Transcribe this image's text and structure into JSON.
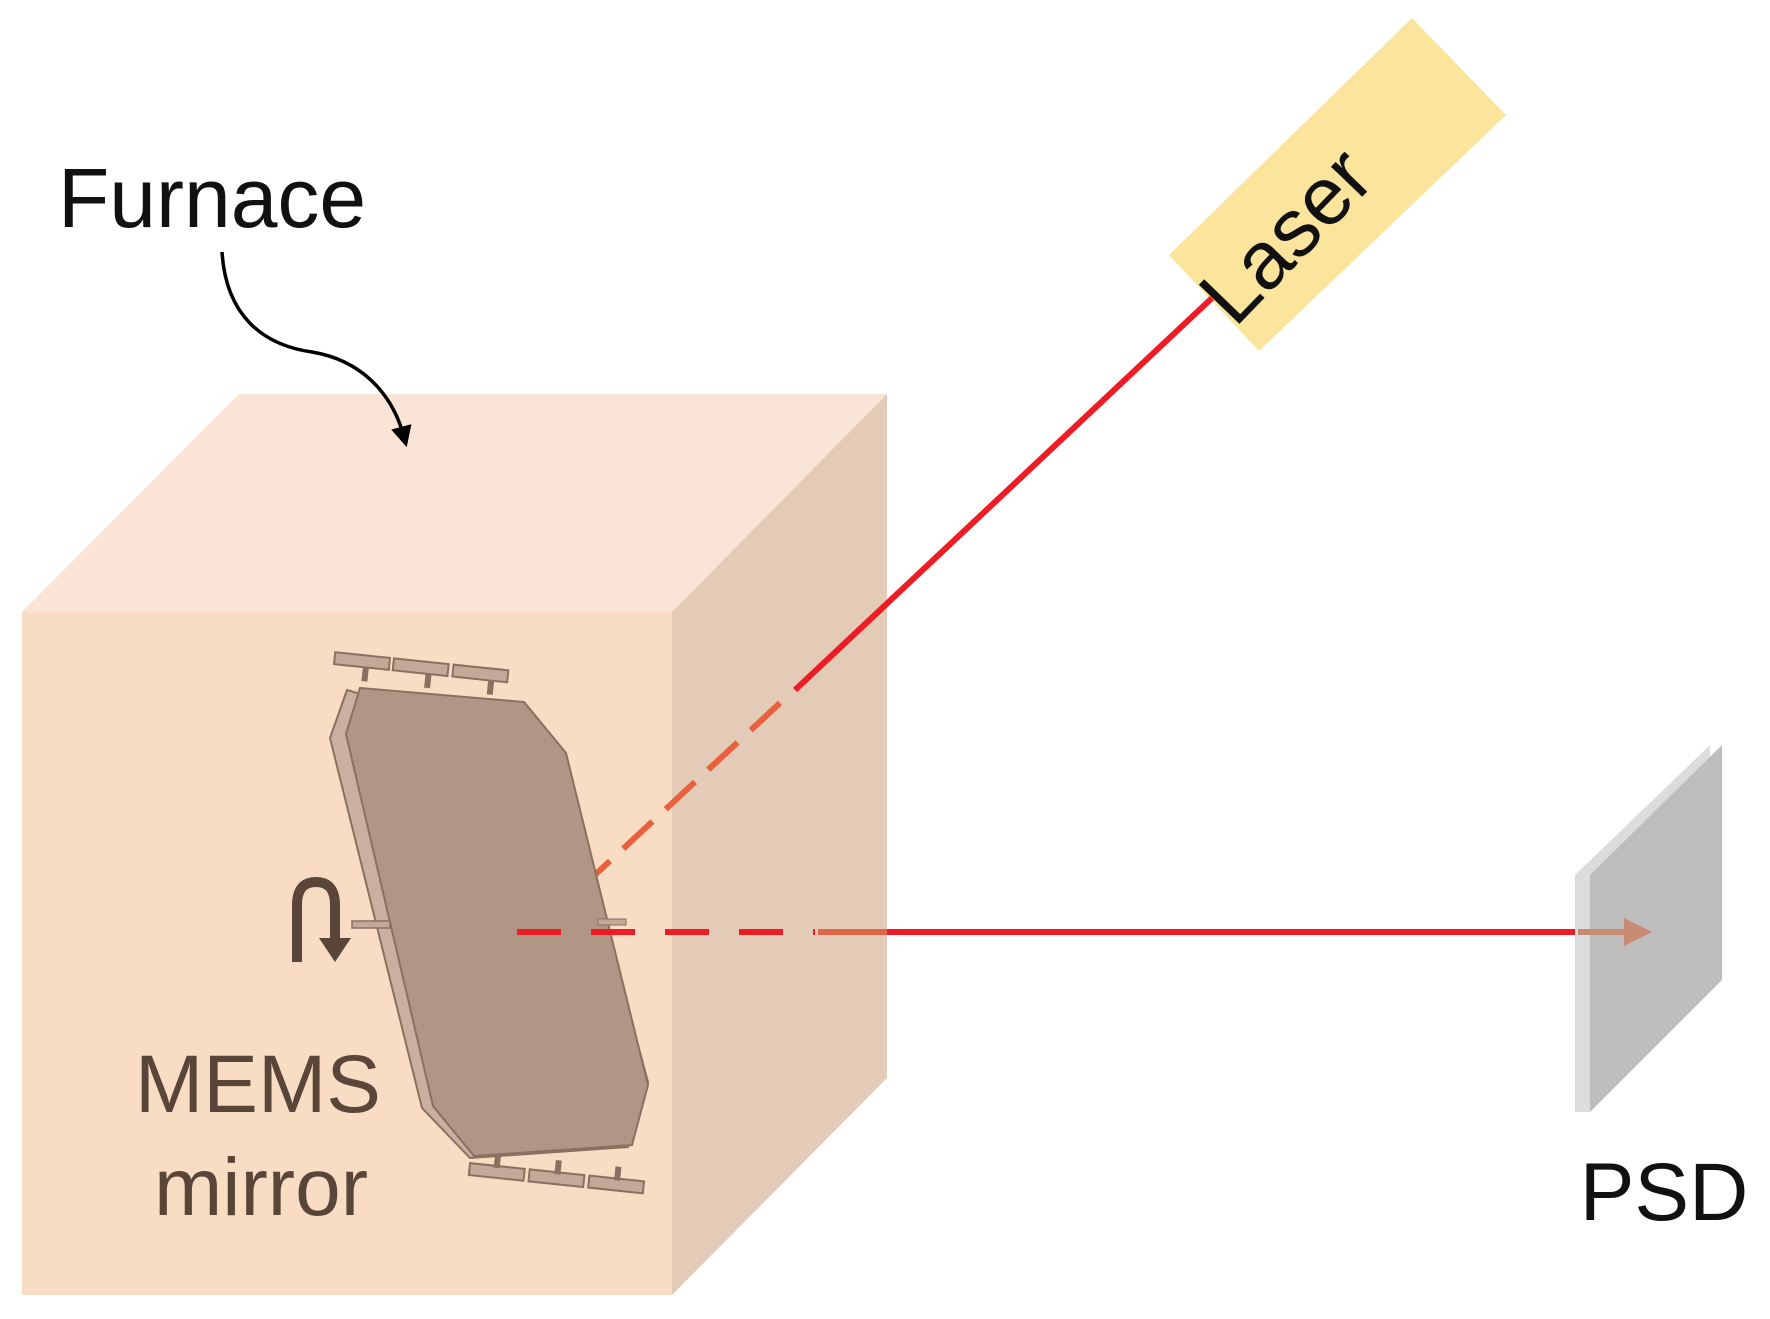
{
  "labels": {
    "furnace": "Furnace",
    "laser": "Laser",
    "mems_line1": "MEMS",
    "mems_line2": "mirror",
    "psd": "PSD"
  },
  "colors": {
    "furnace_front": "#f8dcc4",
    "furnace_top": "#f9e4d6",
    "furnace_side": "#e3cbb8",
    "laser_box": "#fbe59c",
    "beam": "#ee1c25",
    "beam_dashed_orange": "#e8603c",
    "mirror_plate": "#b29685",
    "mirror_edge": "#8c6f60",
    "mems_text": "#5a4638",
    "psd_face": "#bdbdbd",
    "psd_edge": "#d9d9d9",
    "psd_arrow": "#c98a72"
  },
  "icons": {
    "rotation": "rotation-arrow-icon",
    "furnace_pointer": "curved-arrow-icon"
  }
}
